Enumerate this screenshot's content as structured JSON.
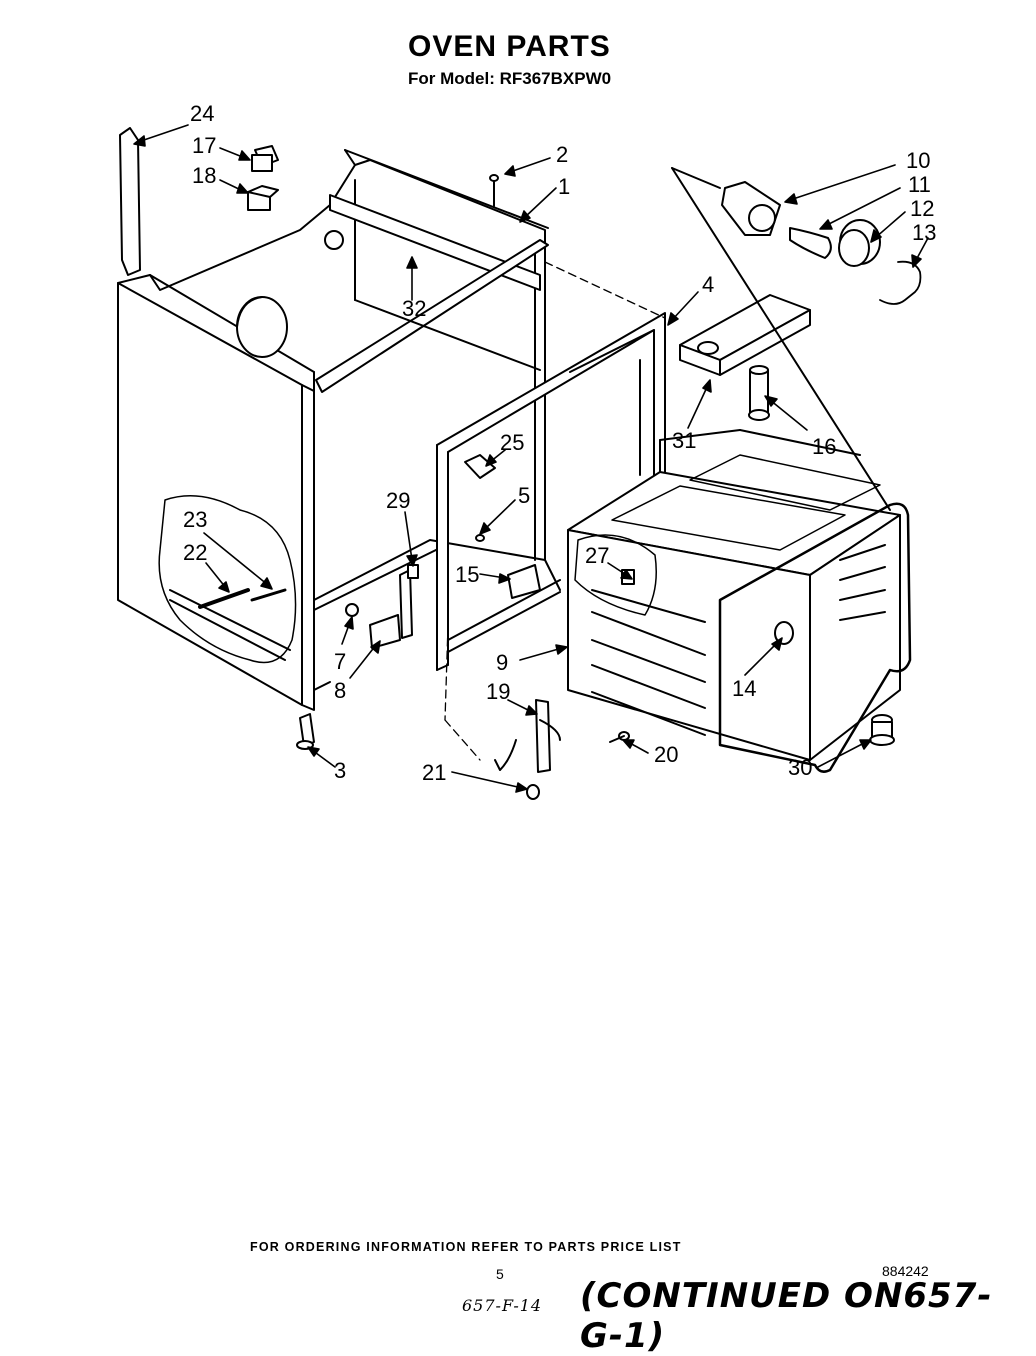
{
  "title": "OVEN PARTS",
  "subtitle": "For Model: RF367BXPW0",
  "callouts": {
    "c1": "1",
    "c2": "2",
    "c3": "3",
    "c4": "4",
    "c5": "5",
    "c7": "7",
    "c8": "8",
    "c9": "9",
    "c10": "10",
    "c11": "11",
    "c12": "12",
    "c13": "13",
    "c14": "14",
    "c15": "15",
    "c16": "16",
    "c17": "17",
    "c18": "18",
    "c19": "19",
    "c20": "20",
    "c21": "21",
    "c22": "22",
    "c23": "23",
    "c24": "24",
    "c25": "25",
    "c27": "27",
    "c29": "29",
    "c30": "30",
    "c31": "31",
    "c32": "32"
  },
  "footer": {
    "ordering_note": "FOR ORDERING INFORMATION REFER TO PARTS PRICE LIST",
    "page_number": "5",
    "document_number": "884242",
    "handwritten_ref": "657-F-14",
    "continued": "(CONTINUED ON657-G-1)"
  }
}
